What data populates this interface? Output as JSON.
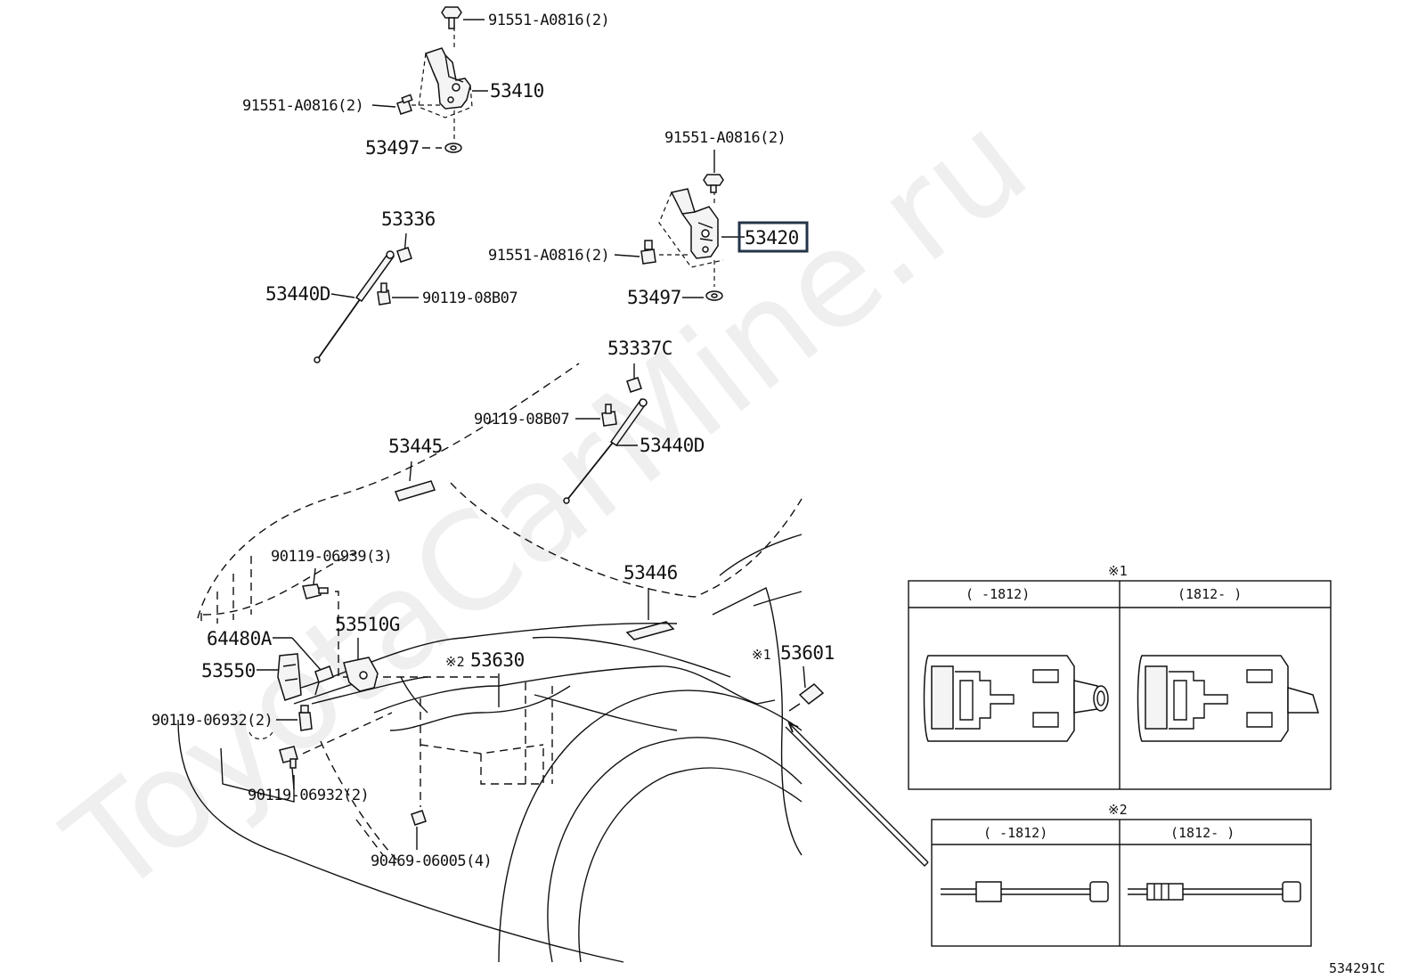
{
  "watermark": "ToyotaCarMine.ru",
  "diagram_code": "534291C",
  "labels": {
    "p91551_top": "91551-A0816(2)",
    "p53410": "53410",
    "p91551_left1": "91551-A0816(2)",
    "p53497_1": "53497",
    "p91551_right_top": "91551-A0816(2)",
    "p53336": "53336",
    "p53420": "53420",
    "p91551_right_left": "91551-A0816(2)",
    "p53440D_1": "53440D",
    "p90119_08B07_1": "90119-08B07",
    "p53497_2": "53497",
    "p53337C": "53337C",
    "p90119_08B07_2": "90119-08B07",
    "p53445": "53445",
    "p53440D_2": "53440D",
    "p90119_06939": "90119-06939(3)",
    "p53446": "53446",
    "p64480A": "64480A",
    "p53510G": "53510G",
    "p53550": "53550",
    "p53630_mark": "※2",
    "p53630": "53630",
    "p53601_mark": "※1",
    "p53601": "53601",
    "p90119_06932_1": "90119-06932(2)",
    "p90119_06932_2": "90119-06932(2)",
    "p90469": "90469-06005(4)"
  },
  "inset1": {
    "title": "※1",
    "col1": "(     -1812)",
    "col2": "(1812-     )"
  },
  "inset2": {
    "title": "※2",
    "col1": "(     -1812)",
    "col2": "(1812-     )"
  }
}
